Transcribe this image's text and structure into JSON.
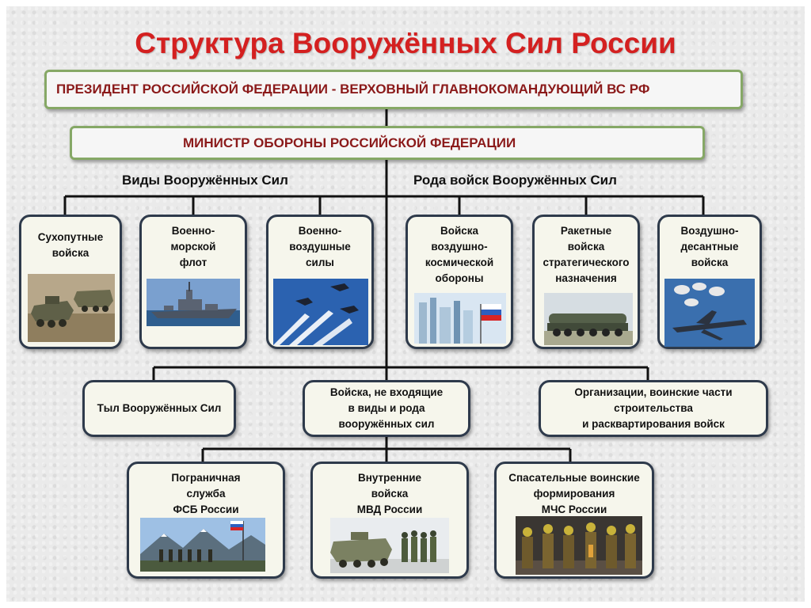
{
  "title": "Структура Вооружённых Сил России",
  "president": "ПРЕЗИДЕНТ РОССИЙСКОЙ ФЕДЕРАЦИИ - ВЕРХОВНЫЙ ГЛАВНОКОМАНДУЮЩИЙ ВС РФ",
  "minister": "МИНИСТР ОБОРОНЫ РОССИЙСКОЙ ФЕДЕРАЦИИ",
  "headings": {
    "branches": "Виды Вооружённых Сил",
    "arms": "Рода войск Вооружённых Сил"
  },
  "branches": [
    {
      "label": "Сухопутные\nвойска",
      "image": "armored-vehicles-photo"
    },
    {
      "label": "Военно-\nморской\nфлот",
      "image": "warship-photo"
    },
    {
      "label": "Военно-\nвоздушные\nсилы",
      "image": "fighter-jets-photo"
    },
    {
      "label": "Войска\nвоздушно-\nкосмической\nобороны",
      "image": "aerospace-facility-photo"
    },
    {
      "label": "Ракетные\nвойска\nстратегического\nназначения",
      "image": "missile-launcher-photo"
    },
    {
      "label": "Воздушно-\nдесантные\nвойска",
      "image": "paratroopers-photo"
    }
  ],
  "middle": [
    {
      "label": "Тыл Вооружённых Сил"
    },
    {
      "label": "Войска, не входящие\nв виды и рода\nвооружённых сил"
    },
    {
      "label": "Организации, воинские части\nстроительства\nи расквартирования войск"
    }
  ],
  "bottom": [
    {
      "label": "Пограничная\nслужба\nФСБ России",
      "image": "border-guards-photo"
    },
    {
      "label": "Внутренние\nвойска\nМВД России",
      "image": "internal-troops-photo"
    },
    {
      "label": "Спасательные воинские\nформирования\nМЧС России",
      "image": "rescuers-photo"
    }
  ]
}
